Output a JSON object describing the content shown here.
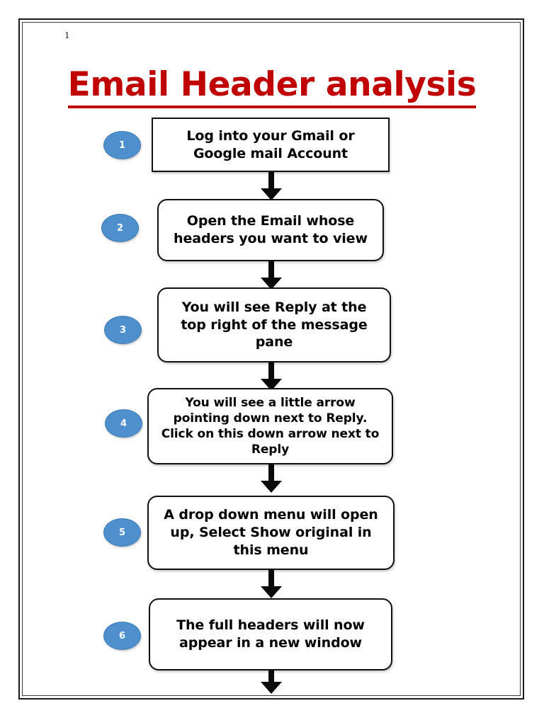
{
  "document": {
    "page_number": "1",
    "title": "Email Header analysis",
    "title_color": "#C00000",
    "border_color": "#1a1a1a",
    "background": "#ffffff"
  },
  "flow": {
    "accent_color": "#4E90CE",
    "arrow_color": "#0A0A0A",
    "steps": [
      {
        "number": "1",
        "text": "Log into your Gmail or Google mail Account",
        "shape": "rectangle"
      },
      {
        "number": "2",
        "text": "Open the Email whose headers you want to view",
        "shape": "rounded-rectangle"
      },
      {
        "number": "3",
        "text": "You will see Reply at the top right of the message pane",
        "shape": "rounded-rectangle"
      },
      {
        "number": "4",
        "text": "You will see a little arrow pointing down next to Reply. Click on this down arrow next to Reply",
        "shape": "rounded-rectangle"
      },
      {
        "number": "5",
        "text": "A drop down menu will open up, Select Show original in this menu",
        "shape": "rounded-rectangle"
      },
      {
        "number": "6",
        "text": "The full headers will now appear in a new window",
        "shape": "rounded-rectangle"
      }
    ]
  }
}
